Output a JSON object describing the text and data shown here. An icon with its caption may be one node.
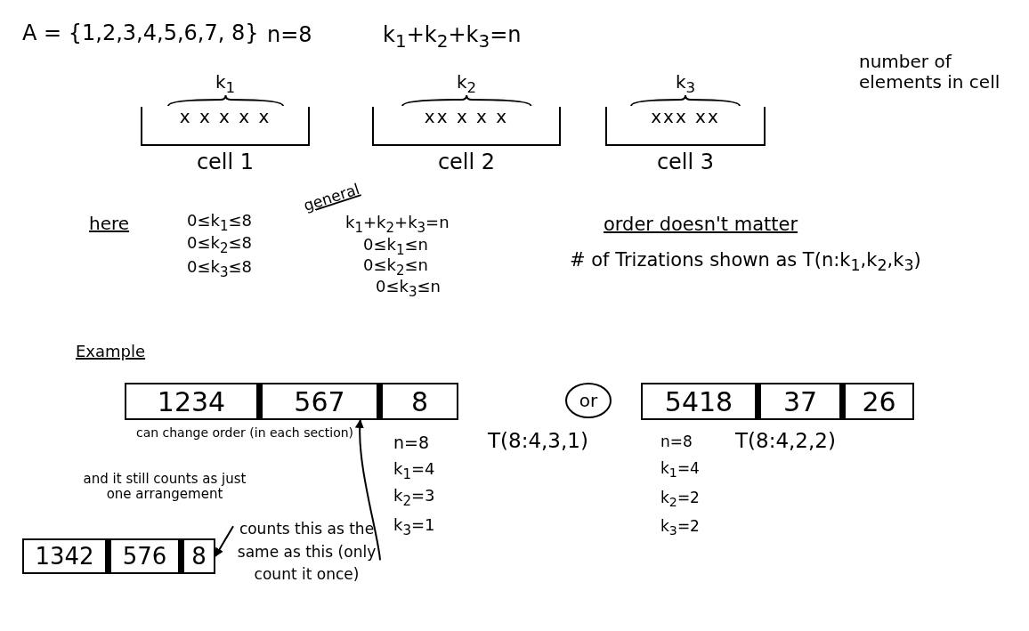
{
  "diagram": {
    "nodes": [
      {
        "text": [
          "k$_{1}$",
          "x x x x x",
          "cell 1"
        ]
      },
      {
        "text": [
          "k$_{2}$",
          "xx x x x",
          "cell 2"
        ]
      },
      {
        "text": [
          "k$_{3}$",
          "xxx xx",
          "cell 3"
        ]
      },
      {
        "text": [
          "1234"
        ]
      },
      {
        "text": [
          "567"
        ]
      },
      {
        "text": [
          "8"
        ]
      },
      {
        "text": [
          "or"
        ]
      },
      {
        "text": [
          "5418"
        ]
      },
      {
        "text": [
          "37"
        ]
      },
      {
        "text": [
          "26"
        ]
      },
      {
        "text": [
          "1342"
        ]
      },
      {
        "text": [
          "576"
        ]
      },
      {
        "text": [
          "8"
        ]
      },
      {
        "text": [
          "counts this as the same as this (only count it once)"
        ]
      }
    ],
    "edges": [
      {
        "from": 13,
        "to": 4,
        "arrow": "to"
      },
      {
        "from": 13,
        "to": 12,
        "arrow": "to"
      }
    ],
    "labels": [
      "A = {1,2,3,4,5,6,7, 8}",
      "n=8",
      "k$_{1}$+k$_{2}$+k$_{3}$=n",
      "number of elements in cell",
      "here",
      "0≤k$_{1}$≤8",
      "0≤k$_{2}$≤8",
      "0≤k$_{3}$≤8",
      "general",
      "k$_{1}$+k$_{2}$+k$_{3}$=n",
      "0≤k$_{1}$≤n",
      "0≤k$_{2}$≤n",
      "0≤k$_{3}$≤n",
      "order doesn't matter",
      "# of Trizations shown as T(n:k$_{1}$,k$_{2}$,k$_{3}$)",
      "Example",
      "can change order (in each section)",
      "and it still counts as just one arrangement",
      "n=8",
      "k$_{1}$=4",
      "k$_{2}$=3",
      "k$_{3}$=1",
      "T(8:4,3,1)",
      "n=8",
      "T(8:4,2,2)",
      "k$_{1}$=4",
      "k$_{2}$=2",
      "k$_{3}$=2"
    ]
  }
}
